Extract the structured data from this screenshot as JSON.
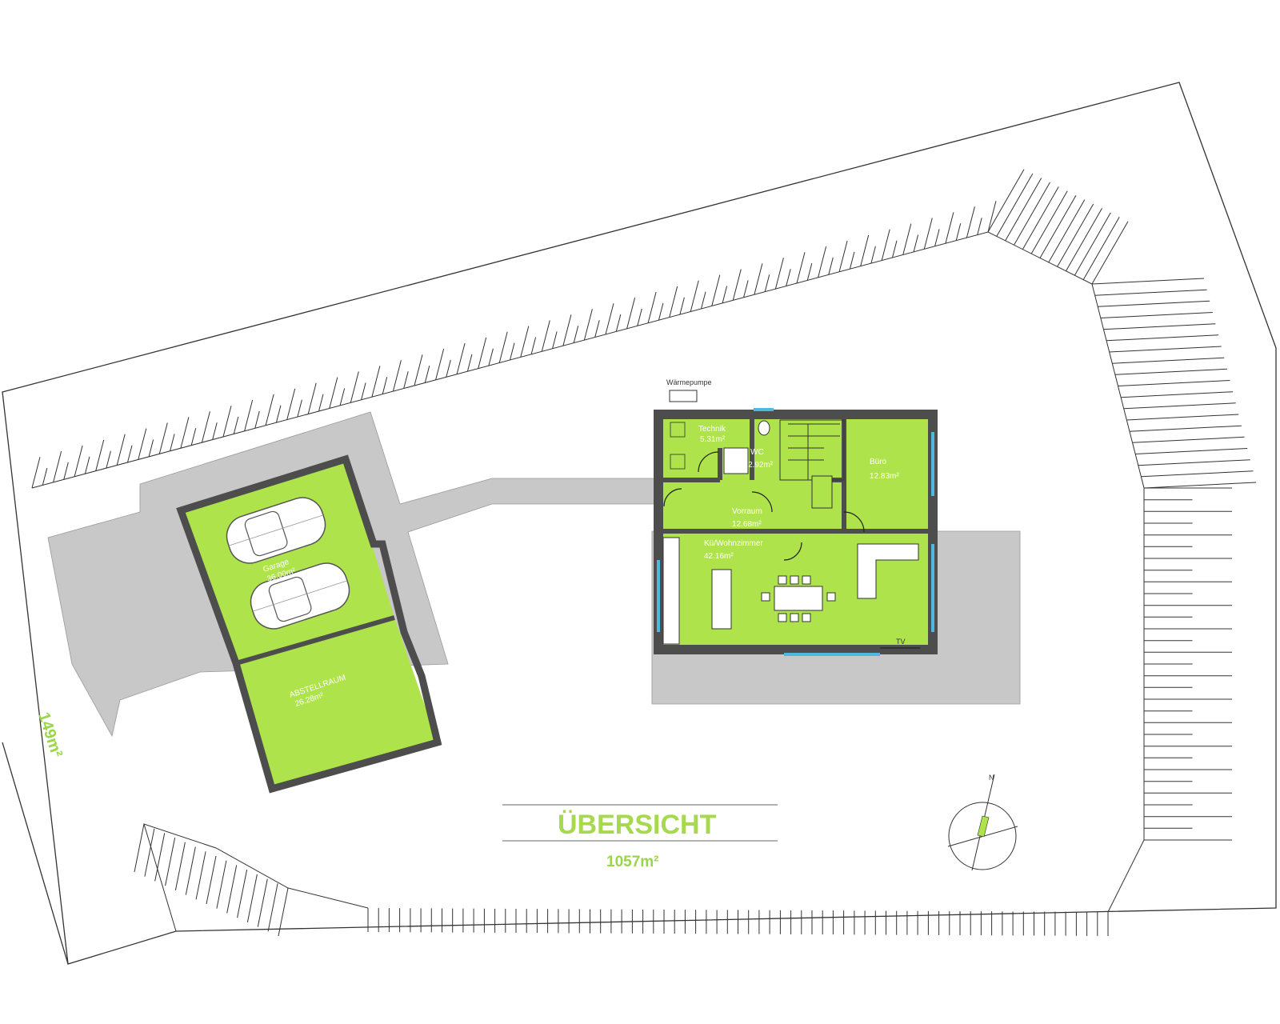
{
  "plan": {
    "title": "ÜBERSICHT",
    "total_area": "1057m²",
    "side_area": "149m²",
    "colors": {
      "room_fill": "#aee34c",
      "wall": "#4d4d4d",
      "paved": "#c8c8c8",
      "window": "#4db8e0",
      "plot_line": "#333333"
    }
  },
  "rooms": {
    "garage": {
      "name": "Garage",
      "area": "36.00m²"
    },
    "abstellraum": {
      "name": "ABSTELLRAUM",
      "area": "26.28m²"
    },
    "technik": {
      "name": "Technik",
      "area": "5.31m²"
    },
    "wc": {
      "name": "WC",
      "area": "2.92m²"
    },
    "buero": {
      "name": "Büro",
      "area": "12.83m²"
    },
    "vorraum": {
      "name": "Vorraum",
      "area": "12.68m²"
    },
    "wohnzimmer": {
      "name": "Kü/Wohnzimmer",
      "area": "42.16m²"
    }
  },
  "labels": {
    "waermepumpe": "Wärmepumpe",
    "tv": "TV"
  }
}
